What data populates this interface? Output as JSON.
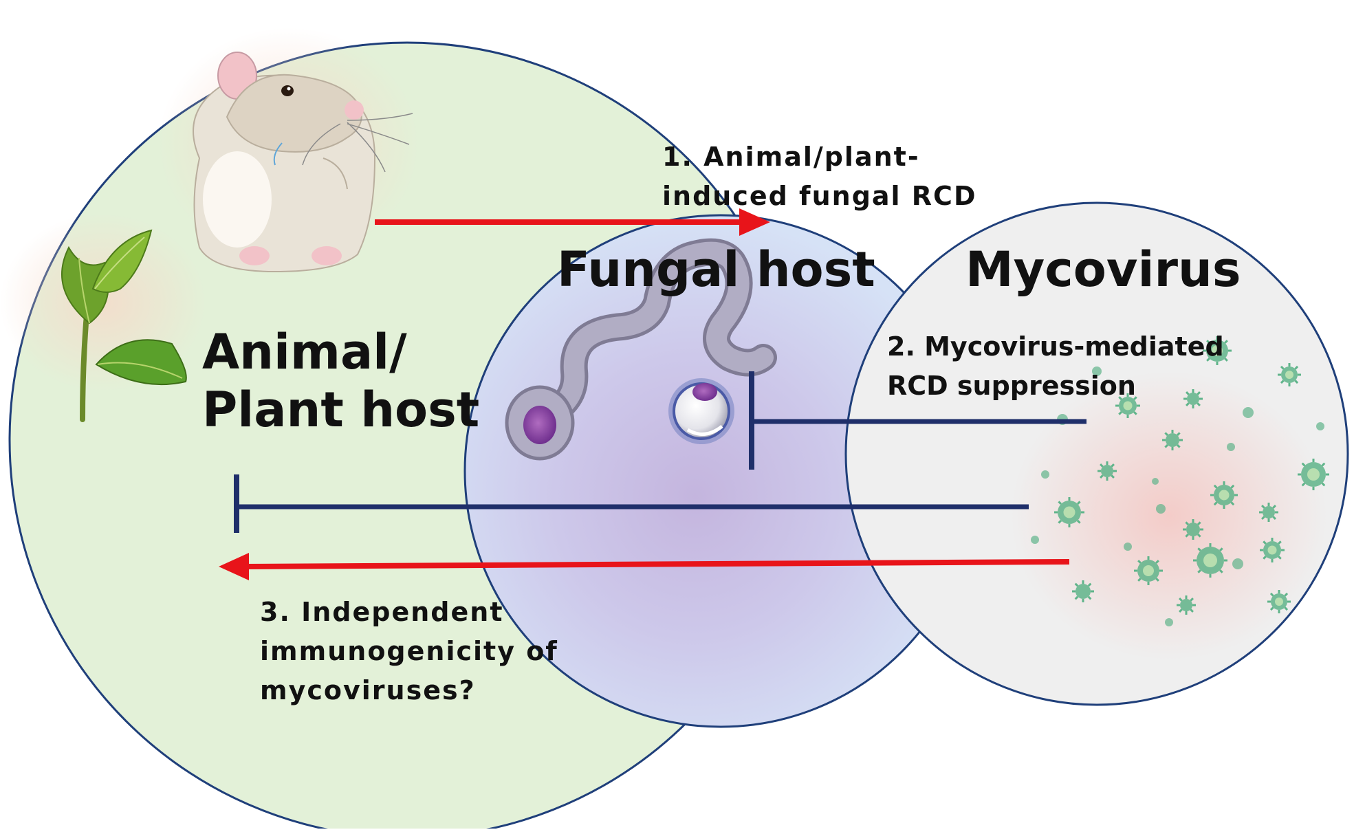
{
  "diagram": {
    "regions": {
      "host": {
        "title": "Animal/\nPlant host",
        "fill": "#e3f1d8"
      },
      "fungal": {
        "title": "Fungal host",
        "fill": "#d5e2f5"
      },
      "mycovirus": {
        "title": "Mycovirus",
        "fill": "#efefef"
      }
    },
    "annotations": {
      "step1": "1. Animal/plant-\ninduced fungal RCD",
      "step2": "2. Mycovirus-mediated\nRCD suppression",
      "step3": "3. Independent\nimmunogenicity of\nmycoviruses?"
    },
    "icons": [
      "mouse-icon",
      "leaf-icon",
      "hypha-icon",
      "spore-icon",
      "virus-particle-icon"
    ],
    "colors": {
      "circle_outline": "#1f3f7a",
      "activation_arrow": "#e8141a",
      "inhibition_line": "#1f2f6a",
      "virus_particle": "#5fb48a"
    }
  }
}
